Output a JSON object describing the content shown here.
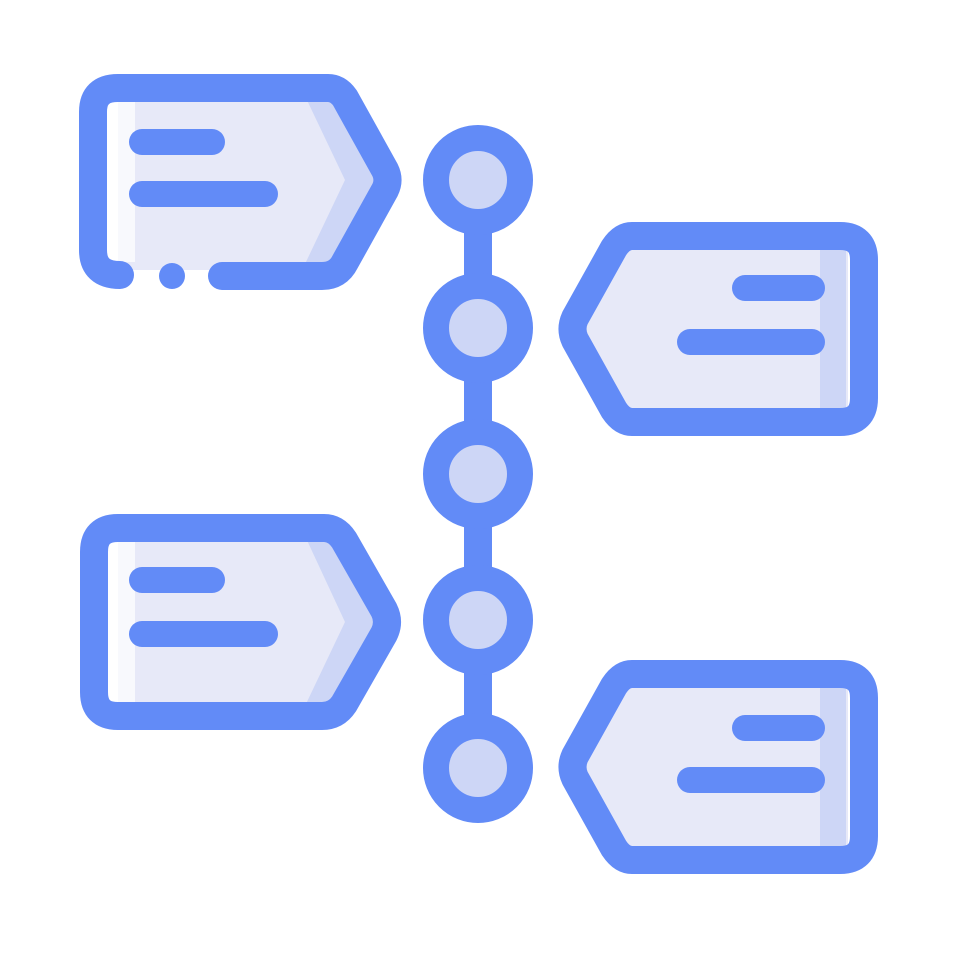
{
  "icon": {
    "name": "timeline-icon",
    "colors": {
      "stroke": "#628bf7",
      "fill": "#e7e9f8",
      "shade": "#cdd6f6",
      "node_fill": "#cdd6f6",
      "background": "#ffffff"
    },
    "timeline": {
      "node_count": 5
    },
    "tags": [
      {
        "name": "tag-top-left",
        "direction": "right",
        "text_lines": 2
      },
      {
        "name": "tag-upper-right",
        "direction": "left",
        "text_lines": 2
      },
      {
        "name": "tag-lower-left",
        "direction": "right",
        "text_lines": 2
      },
      {
        "name": "tag-bottom-right",
        "direction": "left",
        "text_lines": 2
      }
    ]
  }
}
